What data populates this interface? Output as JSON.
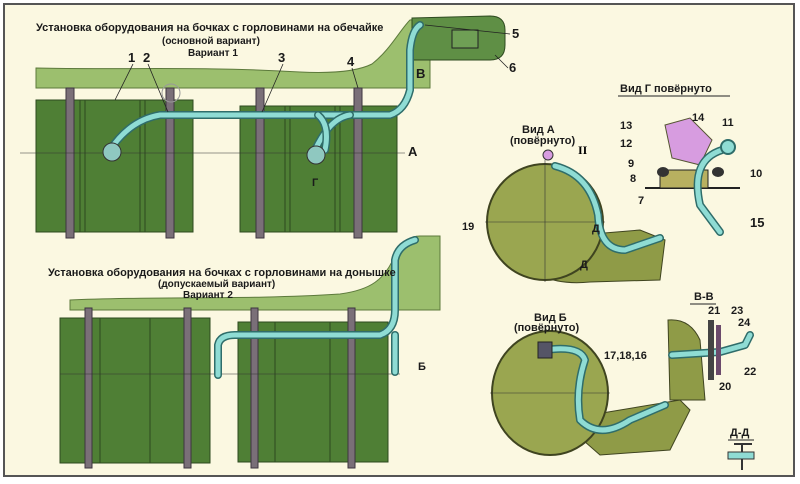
{
  "variant1": {
    "title": "Установка оборудования на бочках с горловинами на обечайке",
    "subtitle": "(основной вариант)",
    "variant": "Вариант 1",
    "labels": {
      "n1": "1",
      "n2": "2",
      "n3": "3",
      "n4": "4",
      "n5": "5",
      "n6": "6",
      "v": "В",
      "a": "А",
      "g": "Г"
    }
  },
  "view_g": {
    "title": "Вид Г повёрнуто",
    "labels": {
      "n7": "7",
      "n8": "8",
      "n9": "9",
      "n10": "10",
      "n11": "11",
      "n12": "12",
      "n13": "13",
      "n14": "14",
      "n15": "15"
    }
  },
  "view_a": {
    "title": "Вид А",
    "subtitle": "(повёрнуто)",
    "labels": {
      "ii": "II",
      "n19": "19",
      "d1": "Д",
      "d2": "Д"
    }
  },
  "variant2": {
    "title": "Установка оборудования на бочках с горловинами  на донышке",
    "subtitle": "(допускаемый вариант)",
    "variant": "Вариант 2",
    "labels": {
      "b": "Б"
    }
  },
  "view_b": {
    "title": "Вид Б",
    "subtitle": "(повёрнуто)",
    "labels": {
      "n171816": "17,18,16"
    }
  },
  "section_vv": {
    "title": "В-В",
    "labels": {
      "n20": "20",
      "n21": "21",
      "n22": "22",
      "n23": "23",
      "n24": "24"
    }
  },
  "section_dd": {
    "title": "Д-Д"
  },
  "colors": {
    "background": "#fbf8e1",
    "tank": "#4f7f35",
    "frame": "#9cbf6e",
    "pipe": "#8fdcd4",
    "flange": "#d79ce0",
    "view": "#9aa650"
  }
}
